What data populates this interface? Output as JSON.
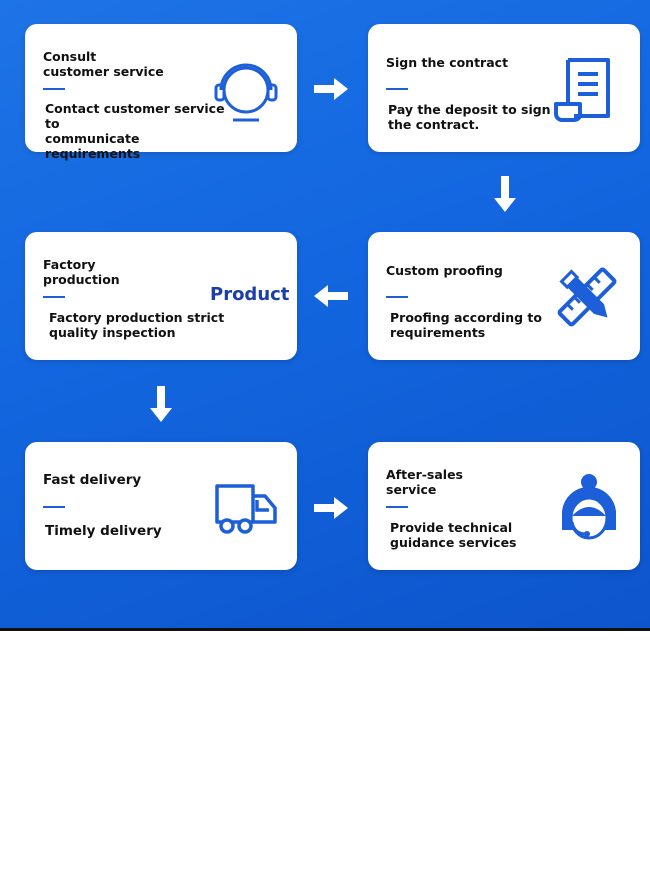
{
  "steps": [
    {
      "title": "Consult\ncustomer service",
      "desc": "Contact customer service to\ncommunicate requirements",
      "icon": "headset-icon"
    },
    {
      "title": "Sign the contract",
      "desc": "Pay the deposit to sign\nthe contract.",
      "icon": "contract-document-icon"
    },
    {
      "title": "Factory\nproduction",
      "desc": "Factory production strict\nquality inspection",
      "label": "Product"
    },
    {
      "title": "Custom proofing",
      "desc": "Proofing according to\nrequirements",
      "icon": "pencil-ruler-icon"
    },
    {
      "title": "Fast delivery",
      "desc": "Timely delivery",
      "icon": "delivery-truck-icon"
    },
    {
      "title": "After-sales\nservice",
      "desc": "Provide technical\nguidance services",
      "icon": "support-agent-icon"
    }
  ],
  "colors": {
    "background": "#1366df",
    "accent": "#1d5fd8",
    "card": "#ffffff",
    "text": "#111111",
    "product_label": "#1b3ea8"
  }
}
